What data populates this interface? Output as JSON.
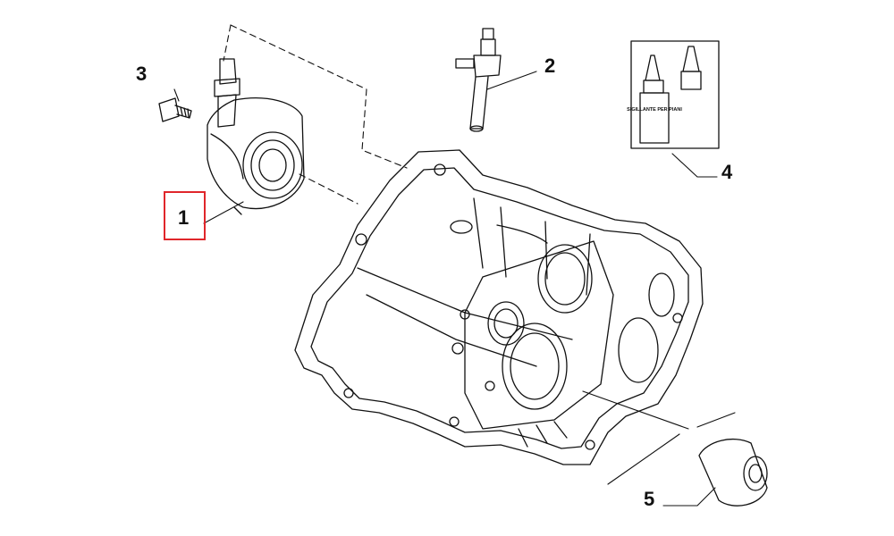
{
  "callouts": [
    {
      "id": "1",
      "label": "1"
    },
    {
      "id": "2",
      "label": "2"
    },
    {
      "id": "3",
      "label": "3"
    },
    {
      "id": "4",
      "label": "4"
    },
    {
      "id": "5",
      "label": "5"
    }
  ],
  "highlight": {
    "callout": "1",
    "color": "#e0262b"
  },
  "tube_label": "SIGILLANTE PER PIANI",
  "colors": {
    "line": "#111111",
    "background": "#ffffff",
    "highlight": "#e0262b"
  }
}
